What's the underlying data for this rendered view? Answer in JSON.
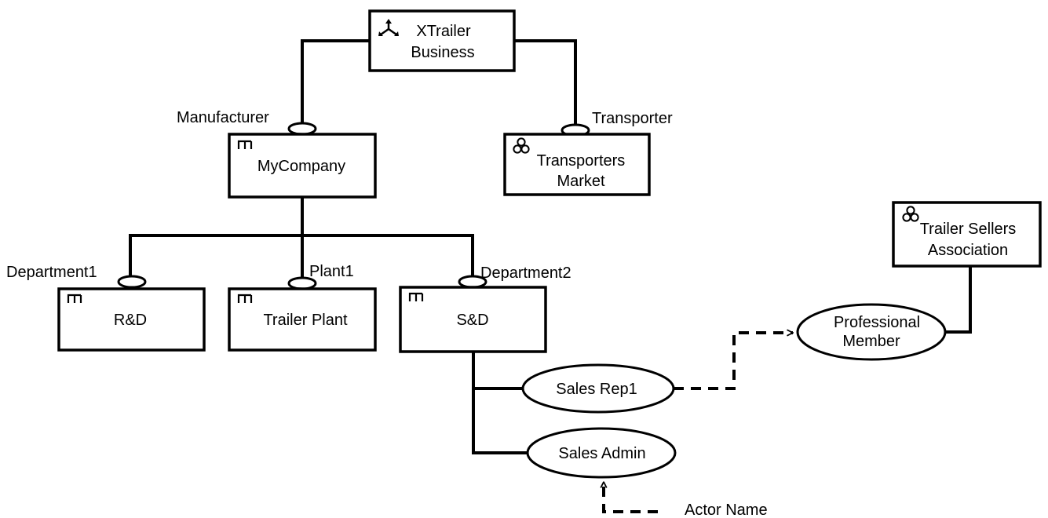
{
  "nodes": {
    "xtrailer": {
      "icon": "agent-arrows-icon",
      "line1": "XTrailer",
      "line2": "Business"
    },
    "mycompany": {
      "icon": "organization-icon",
      "line1": "MyCompany"
    },
    "transporters": {
      "icon": "group-icon",
      "line1": "Transporters",
      "line2": "Market"
    },
    "rd": {
      "icon": "organization-icon",
      "line1": "R&D"
    },
    "plant": {
      "icon": "organization-icon",
      "line1": "Trailer Plant"
    },
    "sd": {
      "icon": "organization-icon",
      "line1": "S&D"
    },
    "sellers": {
      "icon": "group-icon",
      "line1": "Trailer Sellers",
      "line2": "Association"
    }
  },
  "roles": {
    "manufacturer": "Manufacturer",
    "transporter": "Transporter",
    "department1": "Department1",
    "plant1": "Plant1",
    "department2": "Department2"
  },
  "actors": {
    "professional": {
      "line1": "Professional",
      "line2": "Member"
    },
    "sales_rep": "Sales Rep1",
    "sales_admin": "Sales Admin"
  },
  "legend": {
    "actor_name": "Actor Name"
  }
}
